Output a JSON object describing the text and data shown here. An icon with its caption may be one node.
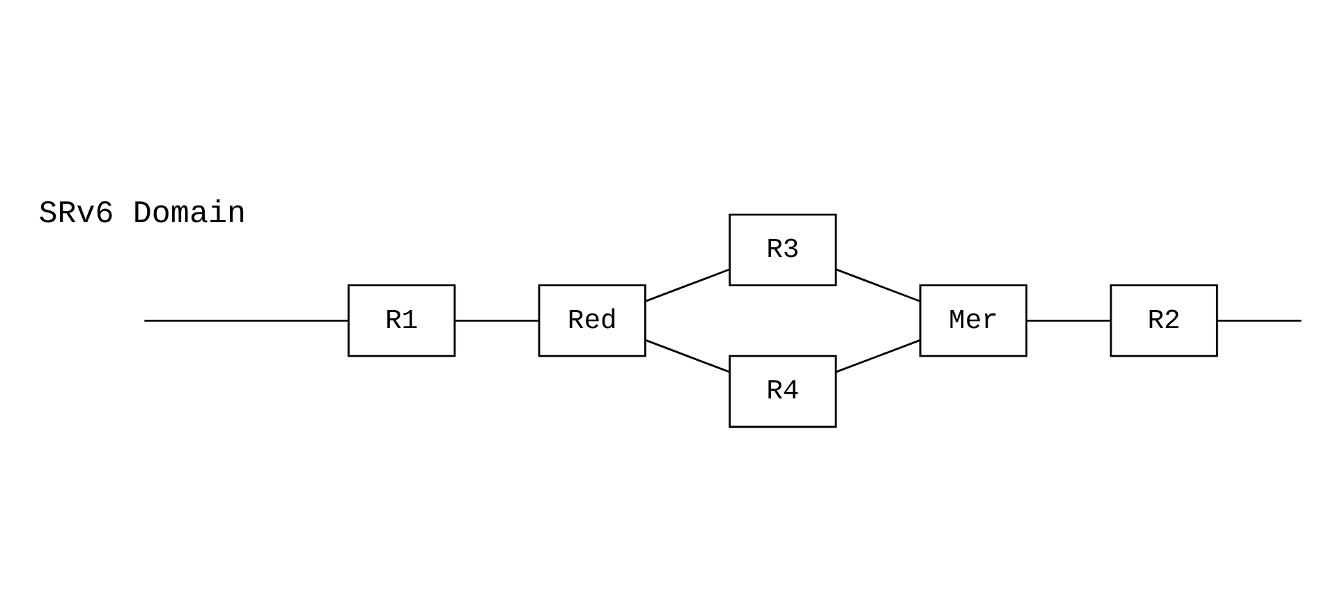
{
  "diagram": {
    "nodes": [
      {
        "text": [
          "R1"
        ]
      },
      {
        "text": [
          "Red"
        ]
      },
      {
        "text": [
          "R3"
        ]
      },
      {
        "text": [
          "R4"
        ]
      },
      {
        "text": [
          "Mer"
        ]
      },
      {
        "text": [
          "R2"
        ]
      }
    ],
    "edges": [
      {
        "from": null,
        "to": 0,
        "arrow": "none"
      },
      {
        "from": 0,
        "to": 1,
        "arrow": "none"
      },
      {
        "from": 1,
        "to": 2,
        "arrow": "none"
      },
      {
        "from": 1,
        "to": 3,
        "arrow": "none"
      },
      {
        "from": 2,
        "to": 4,
        "arrow": "none"
      },
      {
        "from": 3,
        "to": 4,
        "arrow": "none"
      },
      {
        "from": 4,
        "to": 5,
        "arrow": "none"
      },
      {
        "from": 5,
        "to": null,
        "arrow": "none"
      }
    ],
    "labels": [
      "SRv6 Domain"
    ]
  }
}
